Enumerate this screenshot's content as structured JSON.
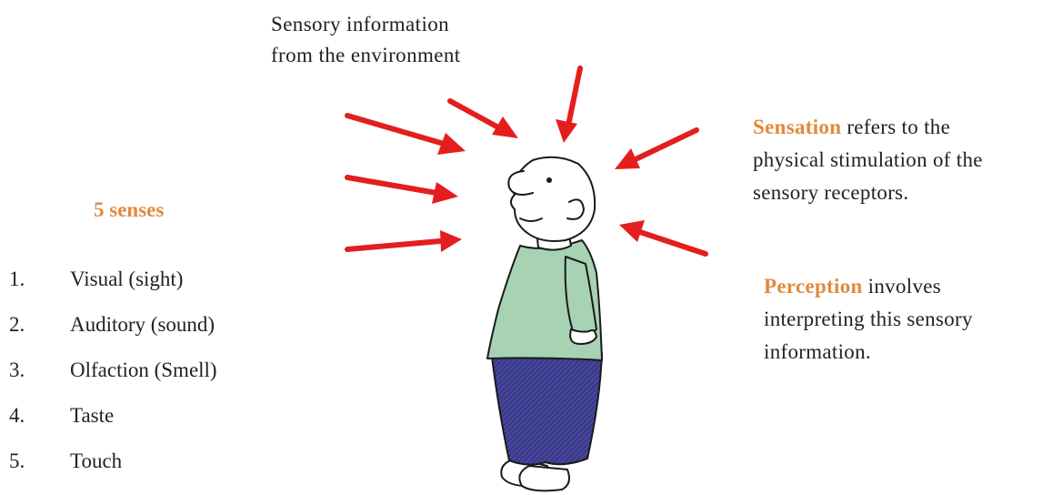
{
  "environment_caption": {
    "line1": "Sensory information",
    "line2": "from the environment"
  },
  "senses": {
    "title": "5 senses",
    "items": [
      {
        "number": "1.",
        "label": "Visual (sight)"
      },
      {
        "number": "2.",
        "label": "Auditory (sound)"
      },
      {
        "number": "3.",
        "label": "Olfaction (Smell)"
      },
      {
        "number": "4.",
        "label": "Taste"
      },
      {
        "number": "5.",
        "label": "Touch"
      }
    ]
  },
  "sensation": {
    "term": "Sensation",
    "line1_rest": " refers to the",
    "line2": "physical  stimulation of the",
    "line3": "sensory  receptors."
  },
  "perception": {
    "term": "Perception",
    "line1_rest": " involves",
    "line2": "interpreting  this sensory",
    "line3": "information."
  },
  "colors": {
    "accent": "#e08a3c",
    "arrow": "#e41e1e",
    "shirt": "#a7d2b4",
    "pants": "#3a3a8c"
  }
}
